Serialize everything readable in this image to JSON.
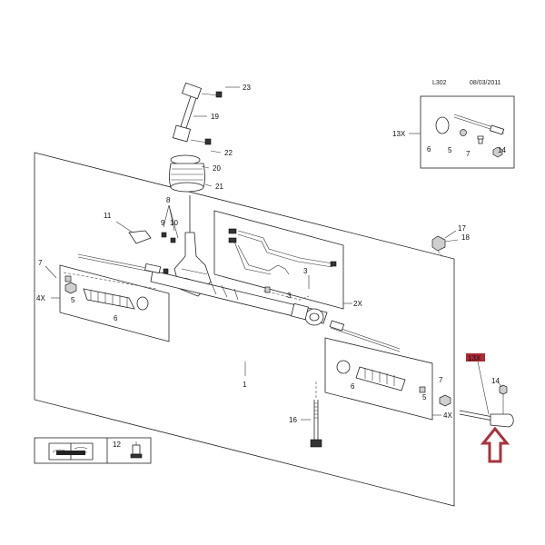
{
  "header": {
    "code": "L302",
    "date": "08/03/2011"
  },
  "callouts": {
    "c1": "1",
    "c3": "3",
    "c3b": "3",
    "c5a": "5",
    "c5b": "5",
    "c5c": "5",
    "c6a": "6",
    "c6b": "6",
    "c6c": "6",
    "c7a": "7",
    "c7b": "7",
    "c7c": "7",
    "c8": "8",
    "c9": "9",
    "c10": "10",
    "c11": "11",
    "c12": "12",
    "c14a": "14",
    "c14b": "14",
    "c16": "16",
    "c17": "17",
    "c18": "18",
    "c19": "19",
    "c20": "20",
    "c21": "21",
    "c22": "22",
    "c23": "23"
  },
  "qty": {
    "q13a": "13X",
    "q13b": "13X",
    "q4a": "4X",
    "q4b": "4X",
    "q2": "2X"
  },
  "colors": {
    "highlight": "#b02a35",
    "arrow": "#a8323f",
    "line": "#222222"
  },
  "icons": {
    "manual": "book-wrench-icon",
    "arrow": "up-arrow-icon"
  }
}
